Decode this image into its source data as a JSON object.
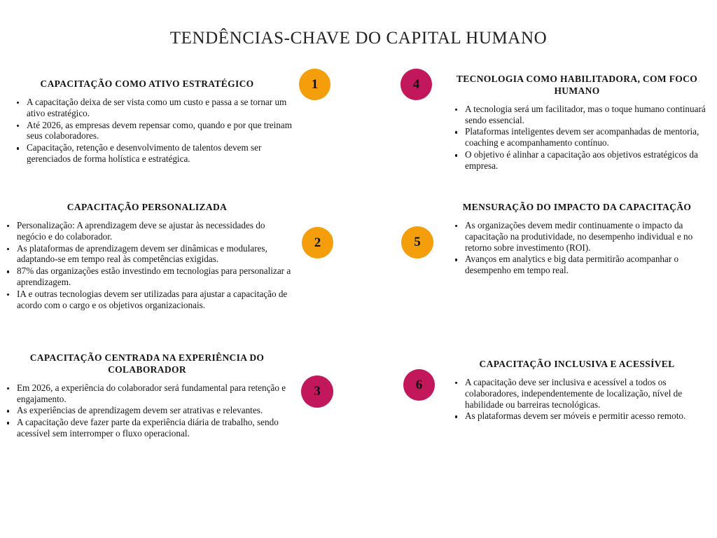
{
  "page": {
    "title": "TENDÊNCIAS-CHAVE DO CAPITAL HUMANO",
    "background_color": "#ffffff",
    "text_color": "#161616"
  },
  "colors": {
    "orange": "#F59E0B",
    "crimson": "#C2185B",
    "bullet": "#111111"
  },
  "blocks": [
    {
      "number": "1",
      "badge_color": "orange",
      "heading": "CAPACITAÇÃO COMO ATIVO ESTRATÉGICO",
      "bullets": [
        "A capacitação deixa de ser vista como um custo e passa a se tornar um ativo estratégico.",
        "Até 2026, as empresas devem repensar como, quando e por que treinam seus colaboradores.",
        "Capacitação, retenção e desenvolvimento de talentos devem ser gerenciados de forma holística e estratégica."
      ]
    },
    {
      "number": "2",
      "badge_color": "orange",
      "heading": "CAPACITAÇÃO PERSONALIZADA",
      "bullets": [
        "Personalização: A aprendizagem deve se ajustar às necessidades do negócio e do colaborador.",
        "As plataformas de aprendizagem devem ser dinâmicas e modulares, adaptando-se em tempo real às competências exigidas.",
        "87% das organizações estão investindo em tecnologias para personalizar a aprendizagem.",
        "IA e outras tecnologias devem ser utilizadas para ajustar a capacitação de acordo com o cargo e os objetivos organizacionais."
      ]
    },
    {
      "number": "3",
      "badge_color": "crimson",
      "heading": "CAPACITAÇÃO CENTRADA NA EXPERIÊNCIA DO COLABORADOR",
      "bullets": [
        "Em 2026, a experiência do colaborador será fundamental para retenção e engajamento.",
        "As experiências de aprendizagem devem ser atrativas e relevantes.",
        "A capacitação deve fazer parte da experiência diária de trabalho, sendo acessível sem interromper o fluxo operacional."
      ]
    },
    {
      "number": "4",
      "badge_color": "crimson",
      "heading": "TECNOLOGIA COMO HABILITADORA, COM FOCO HUMANO",
      "bullets": [
        "A tecnologia será um facilitador, mas o toque humano continuará sendo essencial.",
        "Plataformas inteligentes devem ser acompanhadas de mentoria, coaching e acompanhamento contínuo.",
        "O objetivo é alinhar a capacitação aos objetivos estratégicos da empresa."
      ]
    },
    {
      "number": "5",
      "badge_color": "orange",
      "heading": "MENSURAÇÃO DO IMPACTO DA CAPACITAÇÃO",
      "bullets": [
        "As organizações devem medir continuamente o impacto da capacitação na produtividade, no desempenho individual e no retorno sobre investimento (ROI).",
        "Avanços em analytics e big data permitirão acompanhar o desempenho em tempo real."
      ]
    },
    {
      "number": "6",
      "badge_color": "crimson",
      "heading": "CAPACITAÇÃO INCLUSIVA E ACESSÍVEL",
      "bullets": [
        "A capacitação deve ser inclusiva e acessível a todos os colaboradores, independentemente de localização, nível de habilidade ou barreiras tecnológicas.",
        "As plataformas devem ser móveis e permitir acesso remoto."
      ]
    }
  ]
}
